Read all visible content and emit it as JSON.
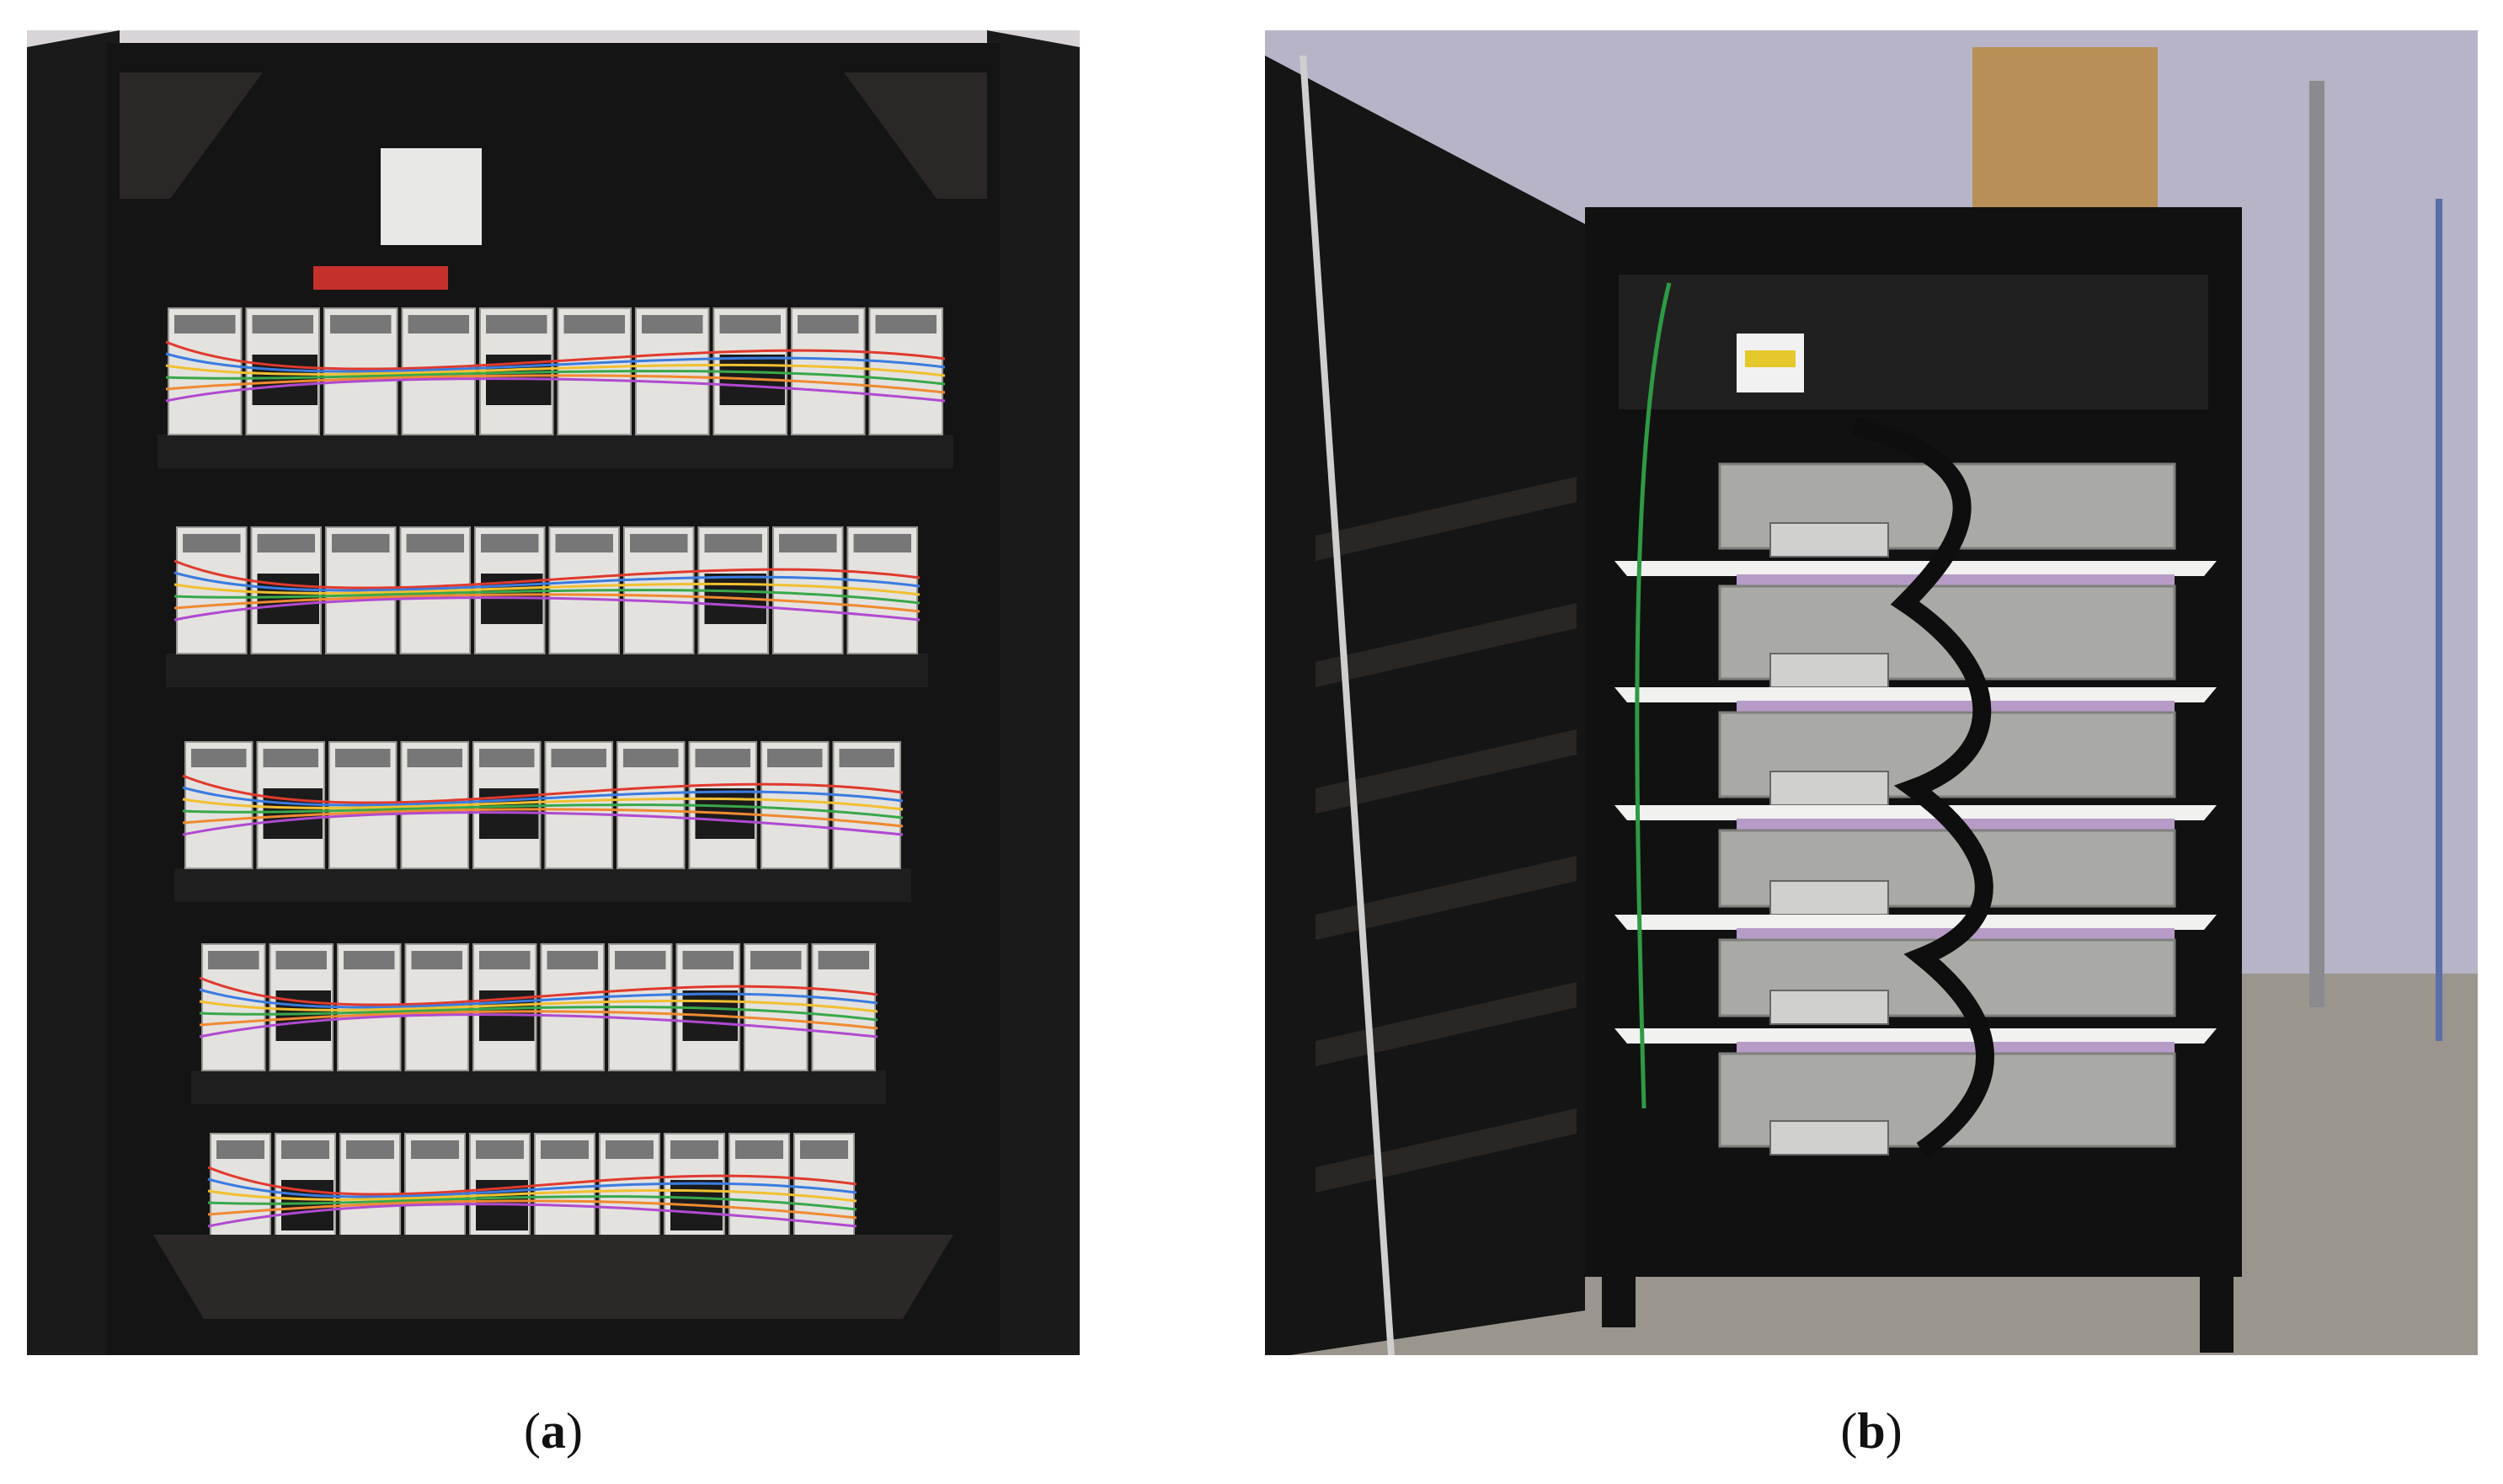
{
  "figure": {
    "panels": [
      {
        "id": "a",
        "caption_letter": "a"
      },
      {
        "id": "b",
        "caption_letter": "b"
      }
    ]
  },
  "colors": {
    "cabinet": "#141414",
    "wall": "#b9b6c8",
    "floor": "#9a958d",
    "battery_white": "#e4e2df",
    "battery_grey": "#a9aaa6",
    "pad_purple": "#b79bc7",
    "shelf": "#f1f1ef"
  }
}
